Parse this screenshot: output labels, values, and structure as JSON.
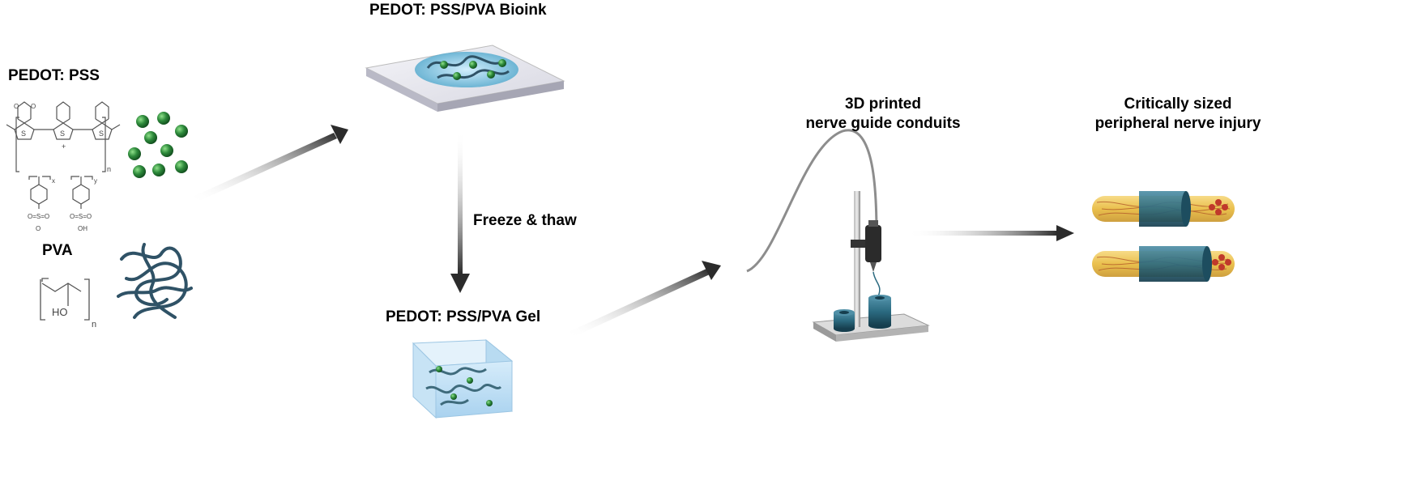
{
  "labels": {
    "pedot_pss": "PEDOT: PSS",
    "pva": "PVA",
    "bioink": "PEDOT: PSS/PVA Bioink",
    "freeze_thaw": "Freeze & thaw",
    "gel": "PEDOT: PSS/PVA Gel",
    "conduits_line1": "3D printed",
    "conduits_line2": "nerve guide conduits",
    "injury_line1": "Critically sized",
    "injury_line2": "peripheral nerve injury"
  },
  "chem": {
    "s": "S",
    "plus": "+",
    "n": "n",
    "x": "x",
    "y": "y",
    "o": "O",
    "so3": "O=S=O",
    "oh_sulf": "OH",
    "ho": "HO"
  },
  "colors": {
    "arrow": "#2b2b2b",
    "green_bead": "#2e8b3c",
    "polymer_chain": "#3a5f73",
    "conduit": "#2b6a80",
    "nerve_yellow": "#e8b93a",
    "axon_red": "#c0392b",
    "stand_grey": "#9a9a9a"
  }
}
